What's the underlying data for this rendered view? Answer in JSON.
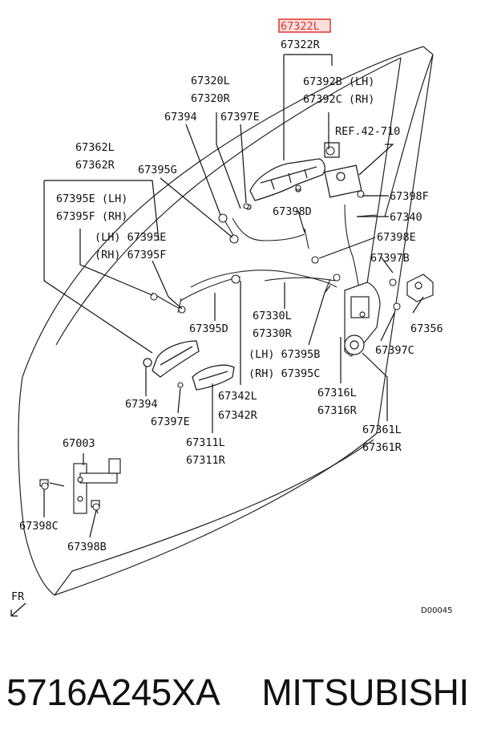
{
  "highlighted_part": "67322L",
  "labels": {
    "p67322R": "67322R",
    "p67320L": "67320L",
    "p67320R": "67320R",
    "p67392B": "67392B (LH)",
    "p67392C": "67392C (RH)",
    "p67394a": "67394",
    "p67397Ea": "67397E",
    "ref": "REF.42-710",
    "p67362L": "67362L",
    "p67362R": "67362R",
    "p67395G": "67395G",
    "p67395E": "67395E (LH)",
    "p67395F": "67395F (RH)",
    "p67398Fa": "67398F",
    "p67398D": "67398D",
    "p67340": "67340",
    "p67395Eb": "(LH) 67395E",
    "p67395Fb": "(RH) 67395F",
    "p67398E": "67398E",
    "p67397B": "67397B",
    "p67356": "67356",
    "p67330L": "67330L",
    "p67330R": "67330R",
    "p67395D": "67395D",
    "p67395B": "(LH) 67395B",
    "p67395C": "(RH) 67395C",
    "p67397C": "67397C",
    "p67394b": "67394",
    "p67342L": "67342L",
    "p67342R": "67342R",
    "p67316L": "67316L",
    "p67316R": "67316R",
    "p67397Eb": "67397E",
    "p67361L": "67361L",
    "p67361R": "67361R",
    "p67311L": "67311L",
    "p67311R": "67311R",
    "p67003": "67003",
    "p67398C": "67398C",
    "p67398B": "67398B",
    "fr": "FR",
    "diagram_code": "D00045"
  },
  "caption": {
    "part_number": "5716A245XA",
    "brand": "MITSUBISHI"
  },
  "colors": {
    "highlight": "#e0322f",
    "line": "#111111"
  }
}
